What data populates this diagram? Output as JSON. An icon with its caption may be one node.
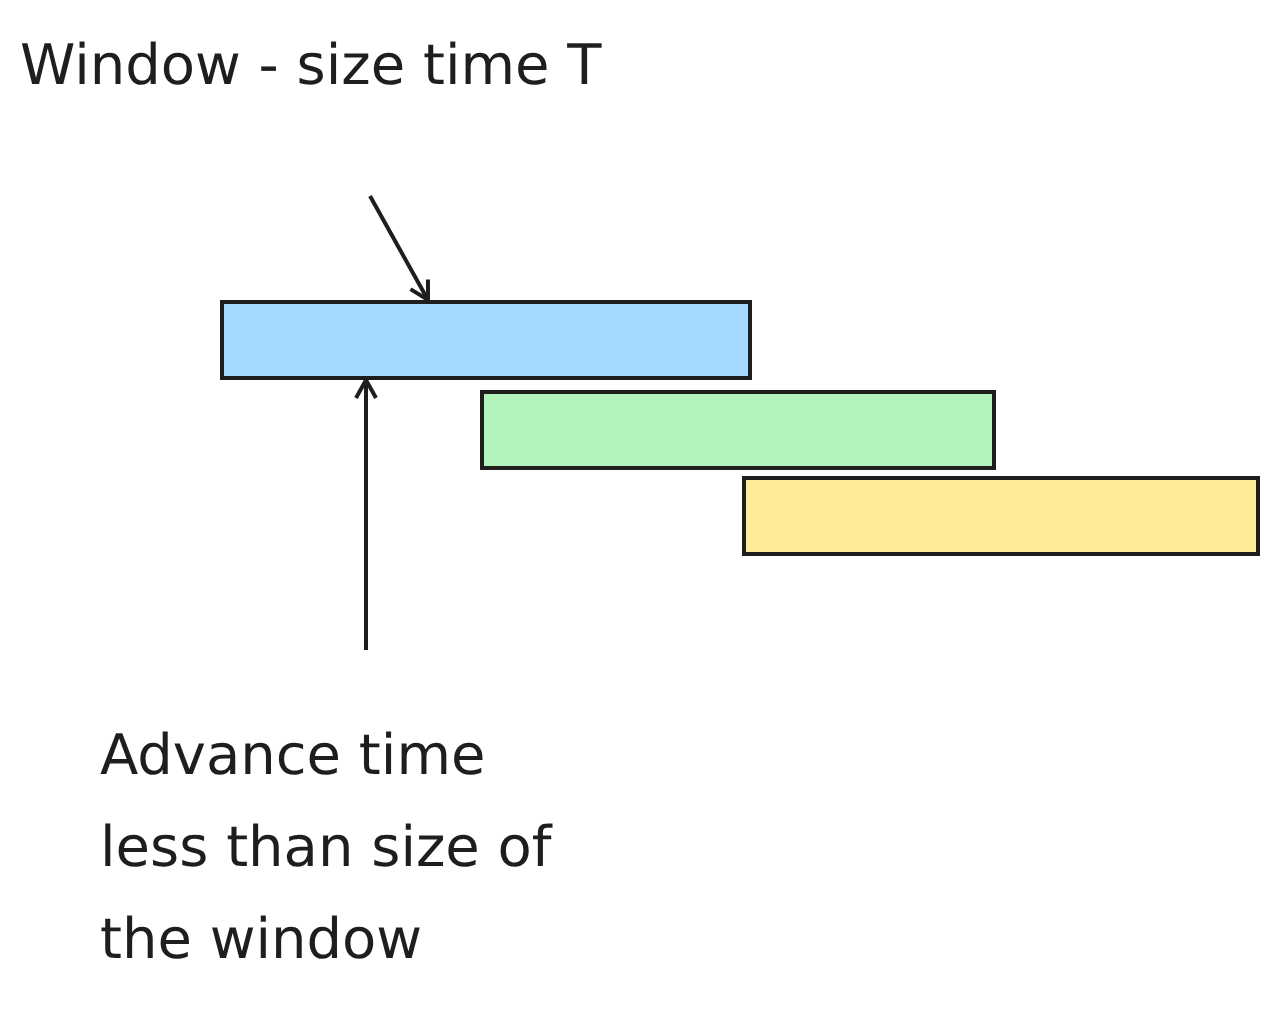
{
  "diagram": {
    "nodes": [
      {
        "text": [
          "Window - size time T"
        ]
      },
      {
        "text": [],
        "shape": "bar"
      },
      {
        "text": [],
        "shape": "bar"
      },
      {
        "text": [],
        "shape": "bar"
      },
      {
        "text": [
          "Advance time less than size of the window"
        ]
      }
    ],
    "edges": [
      {
        "from": 0,
        "to": 1,
        "arrow": "to"
      },
      {
        "from": 4,
        "to": 1,
        "arrow": "to"
      }
    ]
  }
}
